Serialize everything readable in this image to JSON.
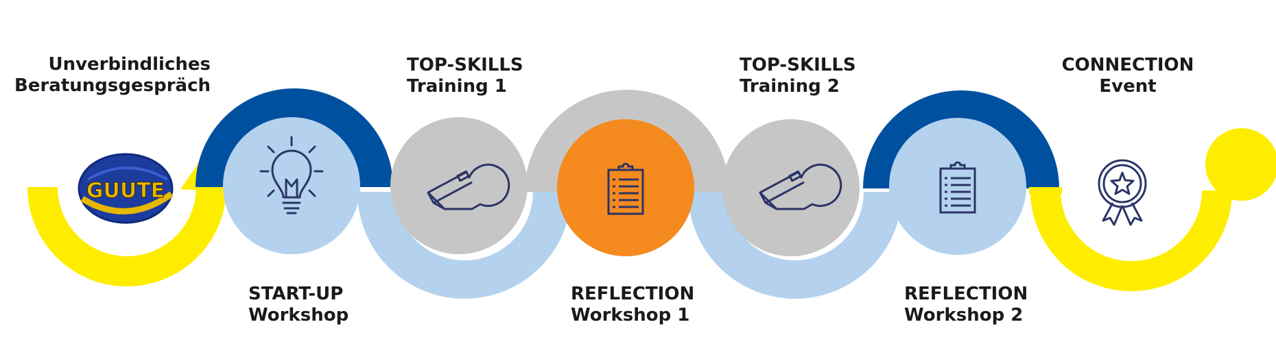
{
  "logo": {
    "text": "GUUTE"
  },
  "steps": [
    {
      "id": "consultation",
      "line1": "Unverbindliches",
      "line2": "Beratungsgespräch",
      "icon": "logo"
    },
    {
      "id": "startup",
      "line1": "START-UP",
      "line2": "Workshop",
      "icon": "lightbulb-icon"
    },
    {
      "id": "training1",
      "line1": "TOP-SKILLS",
      "line2": "Training 1",
      "icon": "whistle-icon"
    },
    {
      "id": "reflection1",
      "line1": "REFLECTION",
      "line2": "Workshop 1",
      "icon": "clipboard-icon"
    },
    {
      "id": "training2",
      "line1": "TOP-SKILLS",
      "line2": "Training 2",
      "icon": "whistle-icon"
    },
    {
      "id": "reflection2",
      "line1": "REFLECTION",
      "line2": "Workshop 2",
      "icon": "clipboard-icon"
    },
    {
      "id": "connection",
      "line1": "CONNECTION",
      "line2": "Event",
      "icon": "award-badge-icon"
    }
  ],
  "colors": {
    "yellow": "#FFED00",
    "darkBlue": "#0050A0",
    "lightBlue": "#B4D2EE",
    "gray": "#C6C6C6",
    "orange": "#F58A1F",
    "iconNavy": "#2B3467",
    "logoBlue": "#1C3C9E",
    "logoGold": "#E6B800"
  }
}
